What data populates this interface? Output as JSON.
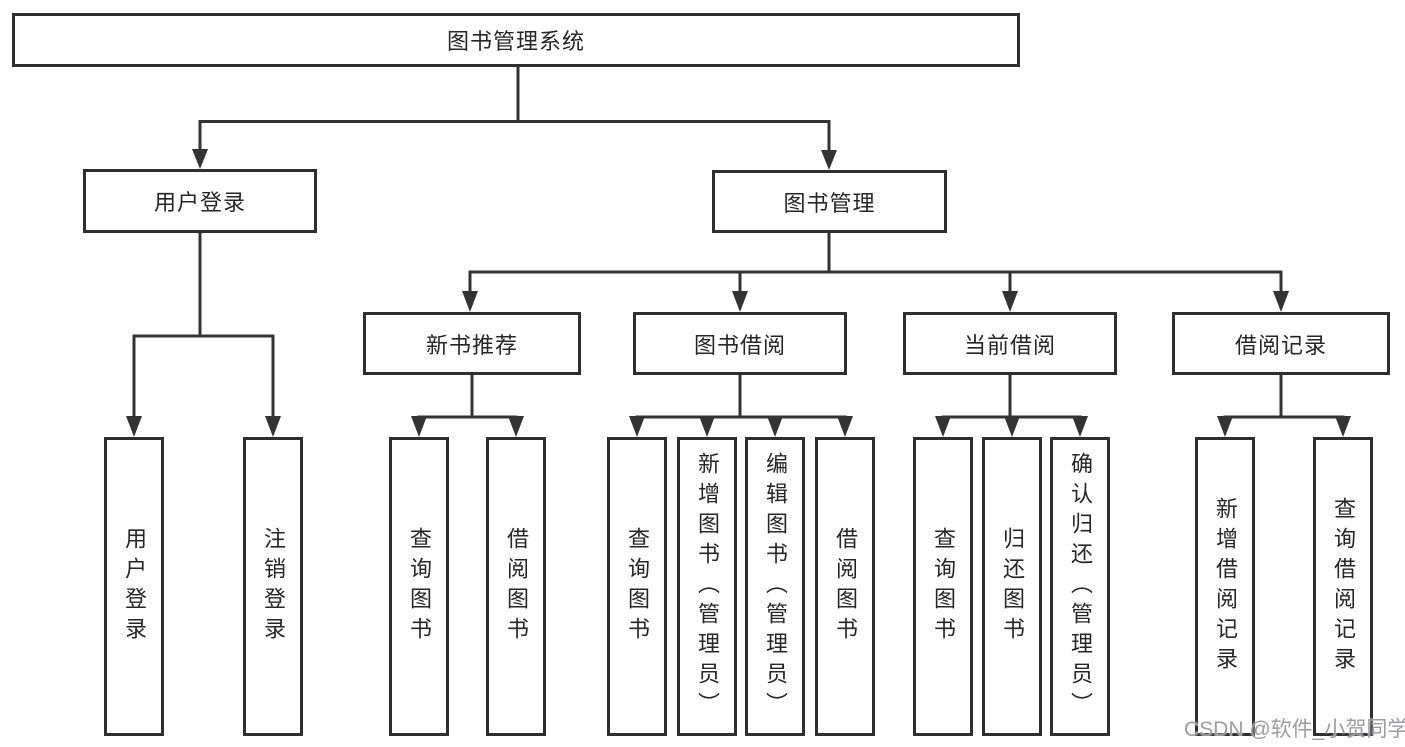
{
  "tree": {
    "label": "图书管理系统",
    "children": [
      {
        "label": "用户登录",
        "children": [
          {
            "label": "用户登录"
          },
          {
            "label": "注销登录"
          }
        ]
      },
      {
        "label": "图书管理",
        "children": [
          {
            "label": "新书推荐",
            "children": [
              {
                "label": "查询图书"
              },
              {
                "label": "借阅图书"
              }
            ]
          },
          {
            "label": "图书借阅",
            "children": [
              {
                "label": "查询图书"
              },
              {
                "label": "新增图书（管理员）"
              },
              {
                "label": "编辑图书（管理员）"
              },
              {
                "label": "借阅图书"
              }
            ]
          },
          {
            "label": "当前借阅",
            "children": [
              {
                "label": "查询图书"
              },
              {
                "label": "归还图书"
              },
              {
                "label": "确认归还（管理员）"
              }
            ]
          },
          {
            "label": "借阅记录",
            "children": [
              {
                "label": "新增借阅记录"
              },
              {
                "label": "查询借阅记录"
              }
            ]
          }
        ]
      }
    ]
  },
  "watermark": "CSDN @软件_小贺同学",
  "colors": {
    "line": "#333333",
    "box_border": "#2e2e2e",
    "box_background": "#ffffff",
    "text": "#262626",
    "watermark": "#9c9ca2"
  }
}
